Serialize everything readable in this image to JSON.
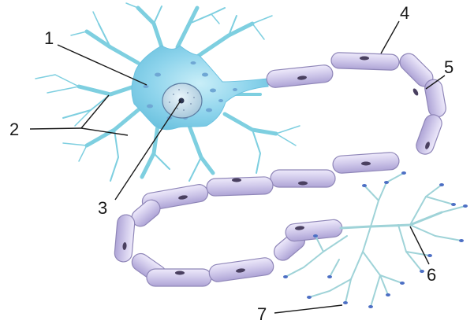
{
  "diagram": {
    "labels": [
      "1",
      "2",
      "3",
      "4",
      "5",
      "6",
      "7"
    ]
  },
  "colors": {
    "soma": "#8ed4ec",
    "dendrite": "#7ecfe0",
    "myelin": "#cfc8ea",
    "myelin_edge": "#8f86b8",
    "schwann_nucleus": "#4a4060",
    "terminal_bouton": "#4d6fc4",
    "label_text": "#1a1a1a"
  }
}
